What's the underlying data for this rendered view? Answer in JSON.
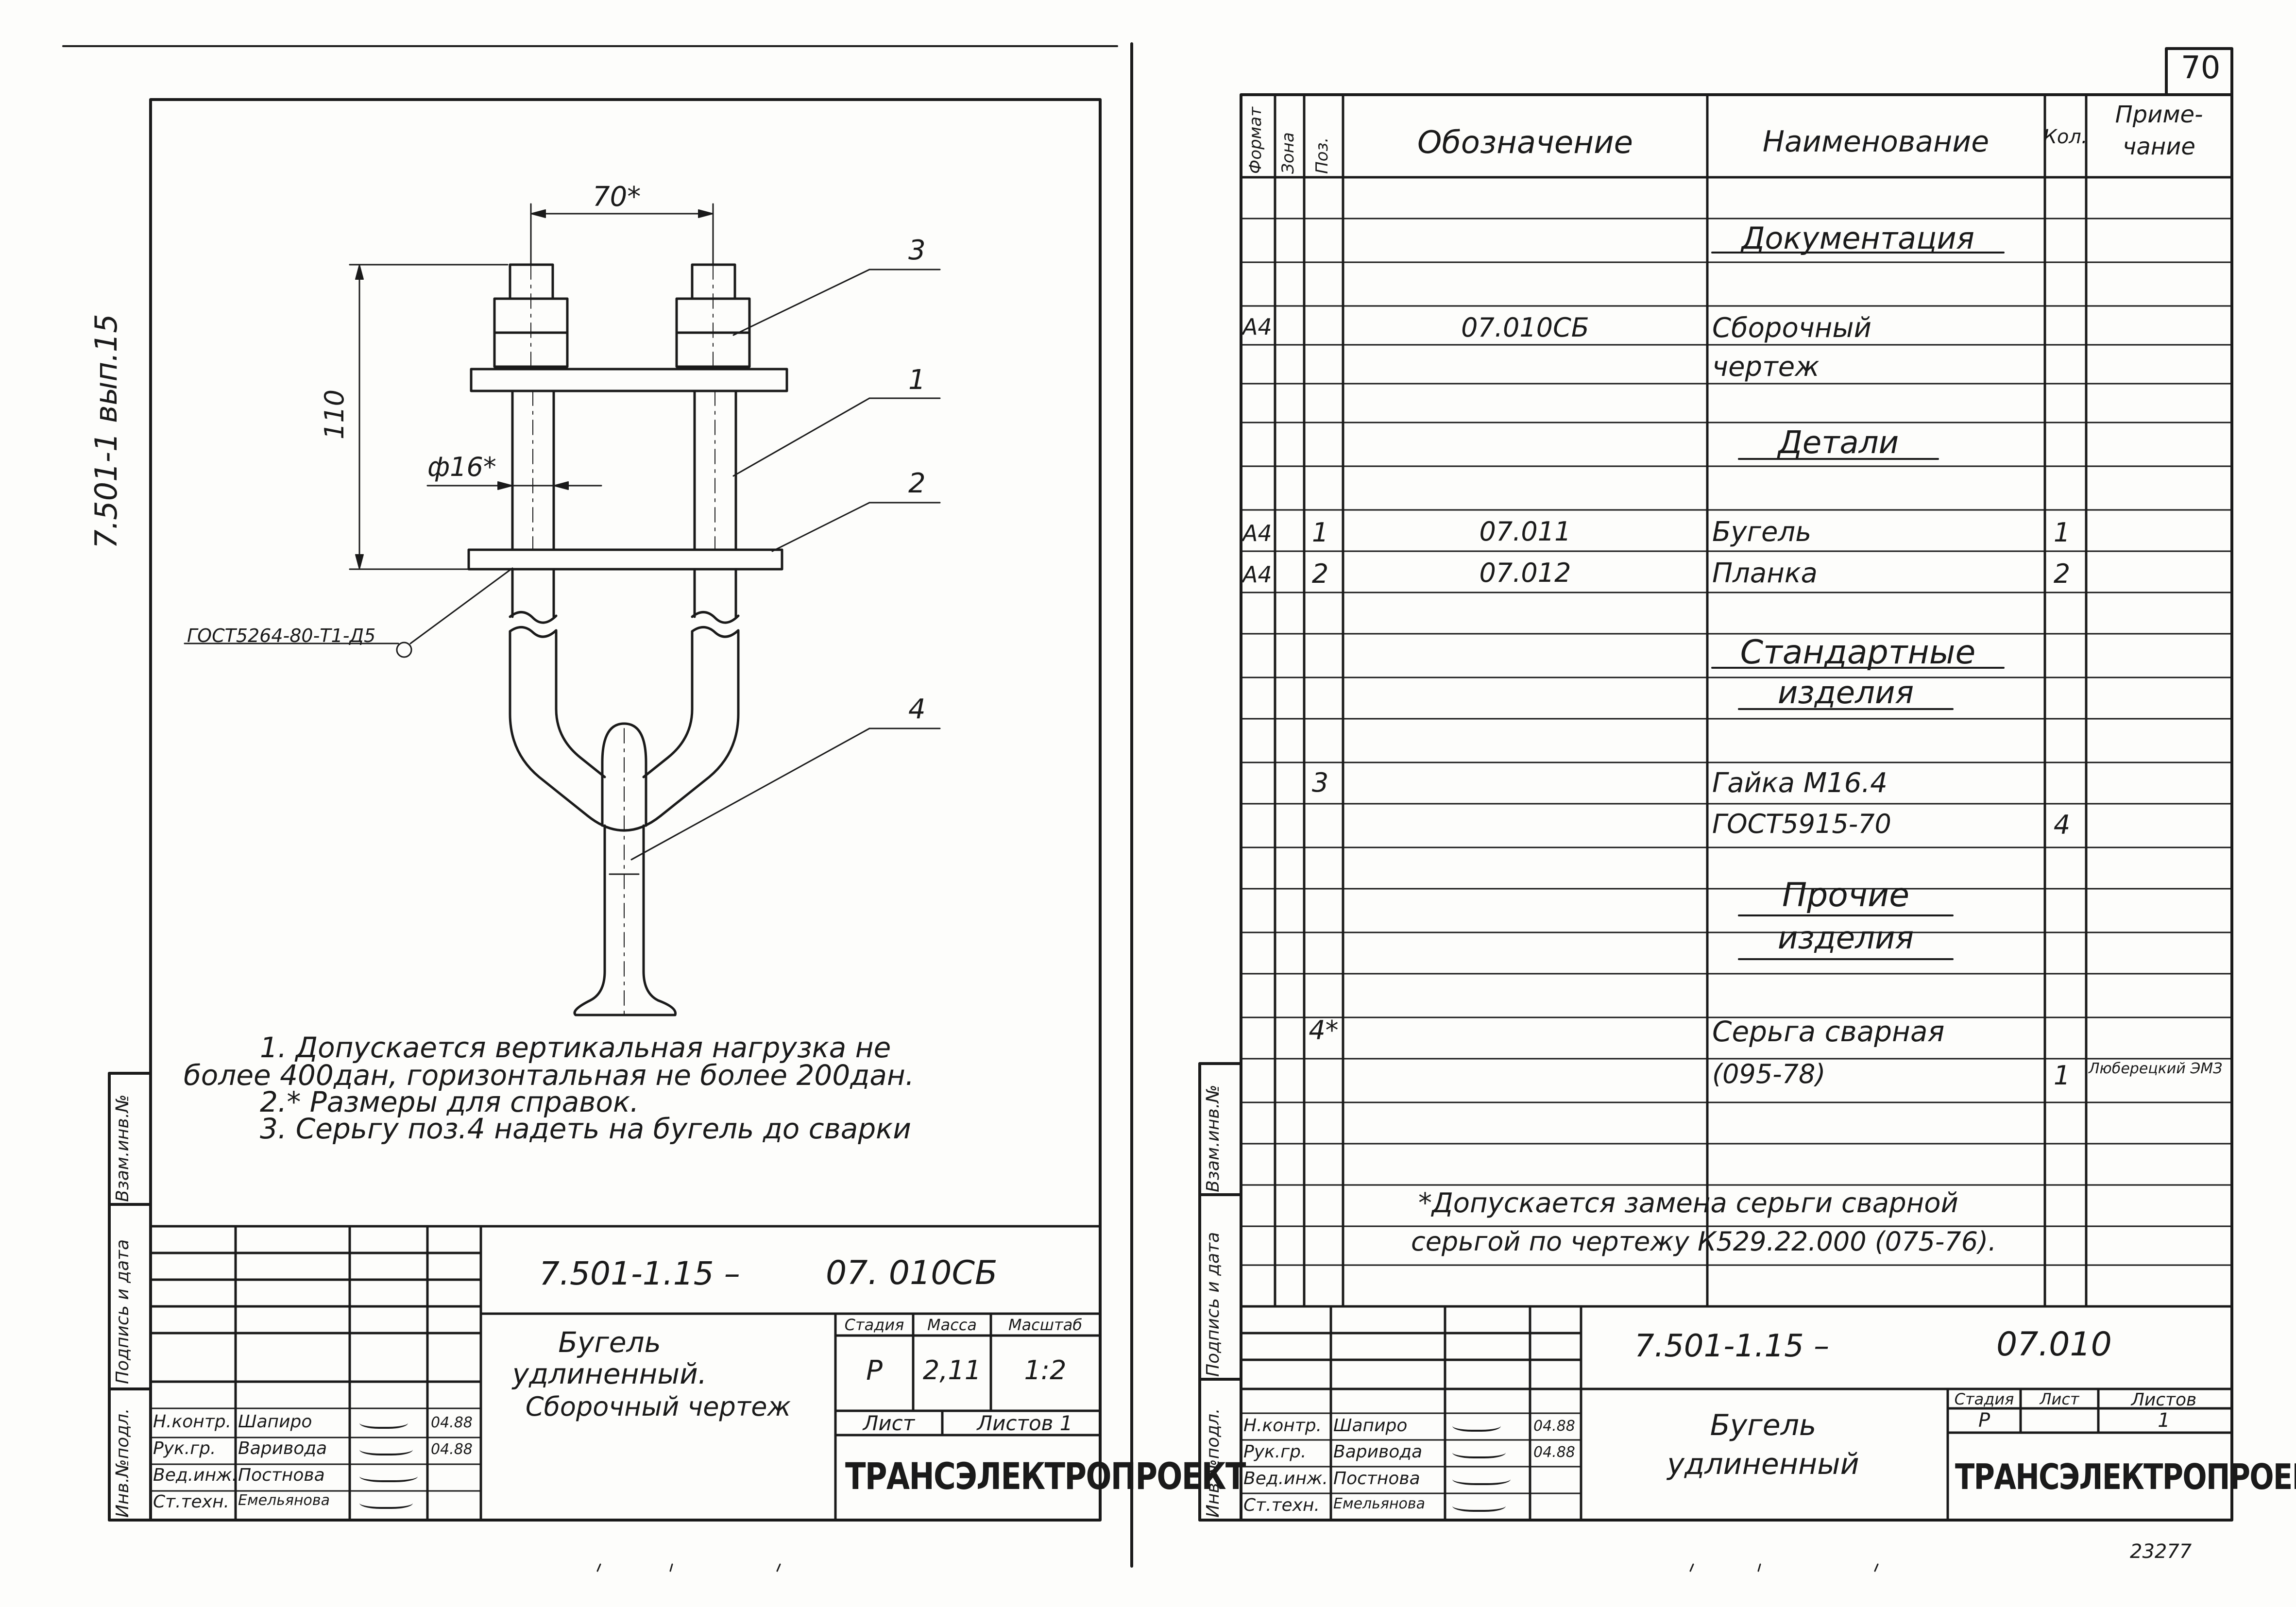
{
  "sheet_number": "70",
  "series_code": "7.501-1 вып.15",
  "stamp_sidebar": {
    "inv_podl": "Инв.№подл.",
    "podpis": "Подпись и дата",
    "vzam": "Взам.инв.№"
  },
  "drawing": {
    "dim_width": "70*",
    "dim_height": "110",
    "dim_diameter": "ф16*",
    "callouts": [
      "1",
      "2",
      "3",
      "4"
    ],
    "weld_note": "ГОСТ5264-80-Т1-Д5"
  },
  "notes": [
    "1. Допускается вертикальная нагрузка не",
    "более 400дан, горизонтальная не более 200дан.",
    "2.* Размеры для справок.",
    "3. Серьгу поз.4 надеть на бугель до сварки"
  ],
  "title_block_left": {
    "doc_code_a": "7.501-1.15 –",
    "doc_code_b": "07. 010СБ",
    "title_1": "Бугель",
    "title_2": "удлиненный.",
    "title_3": "Сборочный чертеж",
    "h_stage": "Стадия",
    "h_mass": "Масса",
    "h_scale": "Масштаб",
    "stage": "Р",
    "mass": "2,11",
    "scale": "1:2",
    "sheet_label": "Лист",
    "sheets_label": "Листов 1",
    "org": "ТРАНСЭЛЕКТРОПРОЕКТ",
    "roles": [
      "Н.контр.",
      "Рук.гр.",
      "Вед.инж.",
      "Ст.техн."
    ],
    "names": [
      "Шапиро",
      "Варивода",
      "Постнова",
      "Емельянова"
    ],
    "dates": [
      "04.88",
      "04.88"
    ]
  },
  "spec": {
    "headers": {
      "format": "Формат",
      "zone": "Зона",
      "pos": "Поз.",
      "designation": "Обозначение",
      "name": "Наименование",
      "qty": "Кол.",
      "note_1": "Приме-",
      "note_2": "чание"
    },
    "rows": [
      {
        "format": "",
        "pos": "",
        "designation": "",
        "name": "Документация",
        "qty": "",
        "note": "",
        "section": true
      },
      {
        "format": "А4",
        "pos": "",
        "designation": "07.010СБ",
        "name": "Сборочный",
        "qty": "",
        "note": "",
        "section": false
      },
      {
        "format": "",
        "pos": "",
        "designation": "",
        "name": "чертеж",
        "qty": "",
        "note": "",
        "section": false
      },
      {
        "format": "",
        "pos": "",
        "designation": "",
        "name": "Детали",
        "qty": "",
        "note": "",
        "section": true
      },
      {
        "format": "А4",
        "pos": "1",
        "designation": "07.011",
        "name": "Бугель",
        "qty": "1",
        "note": "",
        "section": false
      },
      {
        "format": "А4",
        "pos": "2",
        "designation": "07.012",
        "name": "Планка",
        "qty": "2",
        "note": "",
        "section": false
      },
      {
        "format": "",
        "pos": "",
        "designation": "",
        "name": "Стандартные",
        "qty": "",
        "note": "",
        "section": true
      },
      {
        "format": "",
        "pos": "",
        "designation": "",
        "name": "изделия",
        "qty": "",
        "note": "",
        "section": true
      },
      {
        "format": "",
        "pos": "3",
        "designation": "",
        "name": "Гайка М16.4",
        "qty": "",
        "note": "",
        "section": false
      },
      {
        "format": "",
        "pos": "",
        "designation": "",
        "name": "ГОСТ5915-70",
        "qty": "4",
        "note": "",
        "section": false
      },
      {
        "format": "",
        "pos": "",
        "designation": "",
        "name": "Прочие",
        "qty": "",
        "note": "",
        "section": true
      },
      {
        "format": "",
        "pos": "",
        "designation": "",
        "name": "изделия",
        "qty": "",
        "note": "",
        "section": true
      },
      {
        "format": "",
        "pos": "4*",
        "designation": "",
        "name": "Серьга сварная",
        "qty": "",
        "note": "",
        "section": false
      },
      {
        "format": "",
        "pos": "",
        "designation": "",
        "name": "(095-78)",
        "qty": "1",
        "note": "Люберецкий ЭМЗ",
        "section": false
      }
    ],
    "footnote_1": "*Допускается замена серьги сварной",
    "footnote_2": "серьгой по чертежу К529.22.000 (075-76)."
  },
  "title_block_right": {
    "doc_code_a": "7.501-1.15 –",
    "doc_code_b": "07.010",
    "title_1": "Бугель",
    "title_2": "удлиненный",
    "h_stage": "Стадия",
    "h_sheet": "Лист",
    "h_sheets": "Листов",
    "stage": "Р",
    "sheets": "1",
    "org": "ТРАНСЭЛЕКТРОПРОЕКТ",
    "roles": [
      "Н.контр.",
      "Рук.гр.",
      "Вед.инж.",
      "Ст.техн."
    ],
    "names": [
      "Шапиро",
      "Варивода",
      "Постнова",
      "Емельянова"
    ],
    "dates": [
      "04.88",
      "04.88"
    ]
  },
  "archive_number": "23277"
}
